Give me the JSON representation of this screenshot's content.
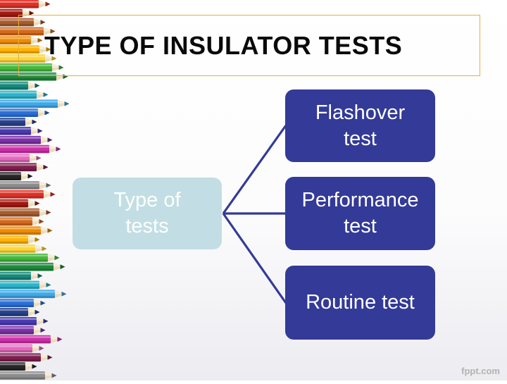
{
  "slide": {
    "title": "TYPE OF INSULATOR TESTS",
    "watermark": "fppt.com"
  },
  "diagram": {
    "root": {
      "label": "Type of tests",
      "line1": "Type of",
      "line2": "tests"
    },
    "children": [
      {
        "label": "Flashover test",
        "line1": "Flashover",
        "line2": "test"
      },
      {
        "label": "Performance test",
        "line1": "Performance",
        "line2": "test"
      },
      {
        "label": "Routine test",
        "line1": "Routine test",
        "line2": ""
      }
    ]
  },
  "colors": {
    "accent_dark_blue": "#333A97",
    "root_box_blue": "#C2DEE4",
    "connector_blue": "#333A97",
    "title_border_gold": "#E5AE3C",
    "watermark_gray": "#B3B3B3"
  },
  "decoration": {
    "pencil_strip_icon": "colored-pencils-decoration",
    "pencils": [
      {
        "color": "#E03127",
        "length": 55
      },
      {
        "color": "#A01810",
        "length": 32
      },
      {
        "color": "#A85B2B",
        "length": 48
      },
      {
        "color": "#D2691E",
        "length": 62
      },
      {
        "color": "#F08A00",
        "length": 44
      },
      {
        "color": "#FFB300",
        "length": 56
      },
      {
        "color": "#FFD633",
        "length": 64
      },
      {
        "color": "#46B83C",
        "length": 74
      },
      {
        "color": "#1E8A3C",
        "length": 80
      },
      {
        "color": "#17897B",
        "length": 40
      },
      {
        "color": "#2BB3C9",
        "length": 52
      },
      {
        "color": "#3FA9E8",
        "length": 82
      },
      {
        "color": "#2A6FD6",
        "length": 54
      },
      {
        "color": "#27408C",
        "length": 36
      },
      {
        "color": "#4A3AB0",
        "length": 44
      },
      {
        "color": "#7C30A8",
        "length": 58
      },
      {
        "color": "#CC2FA8",
        "length": 70
      },
      {
        "color": "#E668C0",
        "length": 42
      },
      {
        "color": "#7E1F4E",
        "length": 52
      },
      {
        "color": "#262626",
        "length": 30
      },
      {
        "color": "#8C8C8C",
        "length": 56
      },
      {
        "color": "#E03127",
        "length": 62
      },
      {
        "color": "#A01810",
        "length": 40
      },
      {
        "color": "#A85B2B",
        "length": 56
      },
      {
        "color": "#D2691E",
        "length": 46
      },
      {
        "color": "#F08A00",
        "length": 58
      },
      {
        "color": "#FFB300",
        "length": 40
      },
      {
        "color": "#FFD633",
        "length": 50
      },
      {
        "color": "#46B83C",
        "length": 68
      },
      {
        "color": "#1E8A3C",
        "length": 76
      },
      {
        "color": "#17897B",
        "length": 44
      },
      {
        "color": "#2BB3C9",
        "length": 56
      },
      {
        "color": "#3FA9E8",
        "length": 78
      },
      {
        "color": "#2A6FD6",
        "length": 48
      },
      {
        "color": "#27408C",
        "length": 40
      },
      {
        "color": "#4A3AB0",
        "length": 52
      },
      {
        "color": "#7C30A8",
        "length": 48
      },
      {
        "color": "#CC2FA8",
        "length": 72
      },
      {
        "color": "#E668C0",
        "length": 46
      },
      {
        "color": "#7E1F4E",
        "length": 58
      },
      {
        "color": "#262626",
        "length": 36
      },
      {
        "color": "#8C8C8C",
        "length": 64
      }
    ]
  }
}
